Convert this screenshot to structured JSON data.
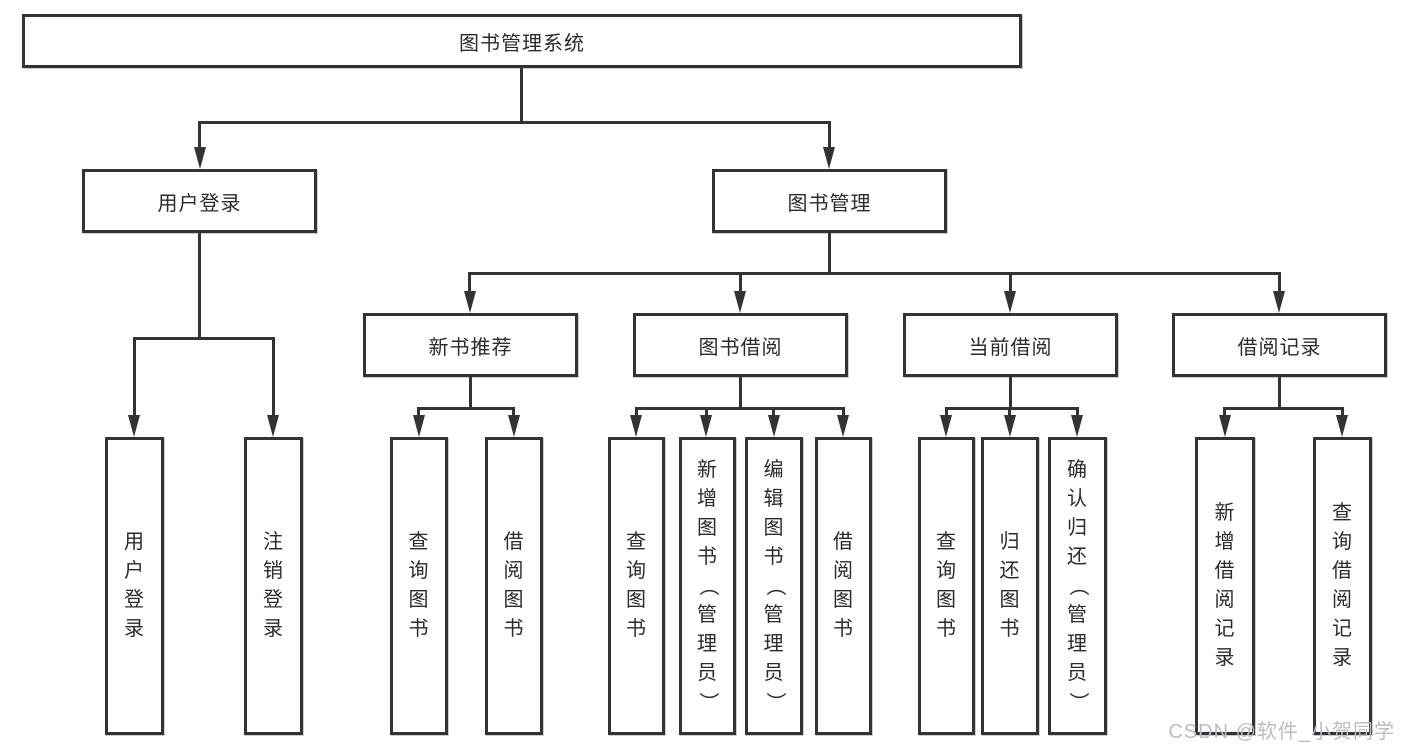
{
  "colors": {
    "line": "#333333",
    "box_background": "#ffffff",
    "text": "#2b2b2b",
    "watermark": "#b9bdc4"
  },
  "tree": {
    "root": {
      "label": "图书管理系统"
    },
    "level2": [
      {
        "label": "用户登录"
      },
      {
        "label": "图书管理"
      }
    ],
    "level3": [
      {
        "label": "新书推荐"
      },
      {
        "label": "图书借阅"
      },
      {
        "label": "当前借阅"
      },
      {
        "label": "借阅记录"
      }
    ],
    "leaves": {
      "user_login": [
        "用户登录",
        "注销登录"
      ],
      "new_book_recommend": [
        "查询图书",
        "借阅图书"
      ],
      "book_borrow": [
        "查询图书",
        "新增图书（管理员）",
        "编辑图书（管理员）",
        "借阅图书"
      ],
      "current_borrow": [
        "查询图书",
        "归还图书",
        "确认归还（管理员）"
      ],
      "borrow_record": [
        "新增借阅记录",
        "查询借阅记录"
      ]
    }
  },
  "watermark": {
    "text": "CSDN @软件_小贺同学"
  }
}
